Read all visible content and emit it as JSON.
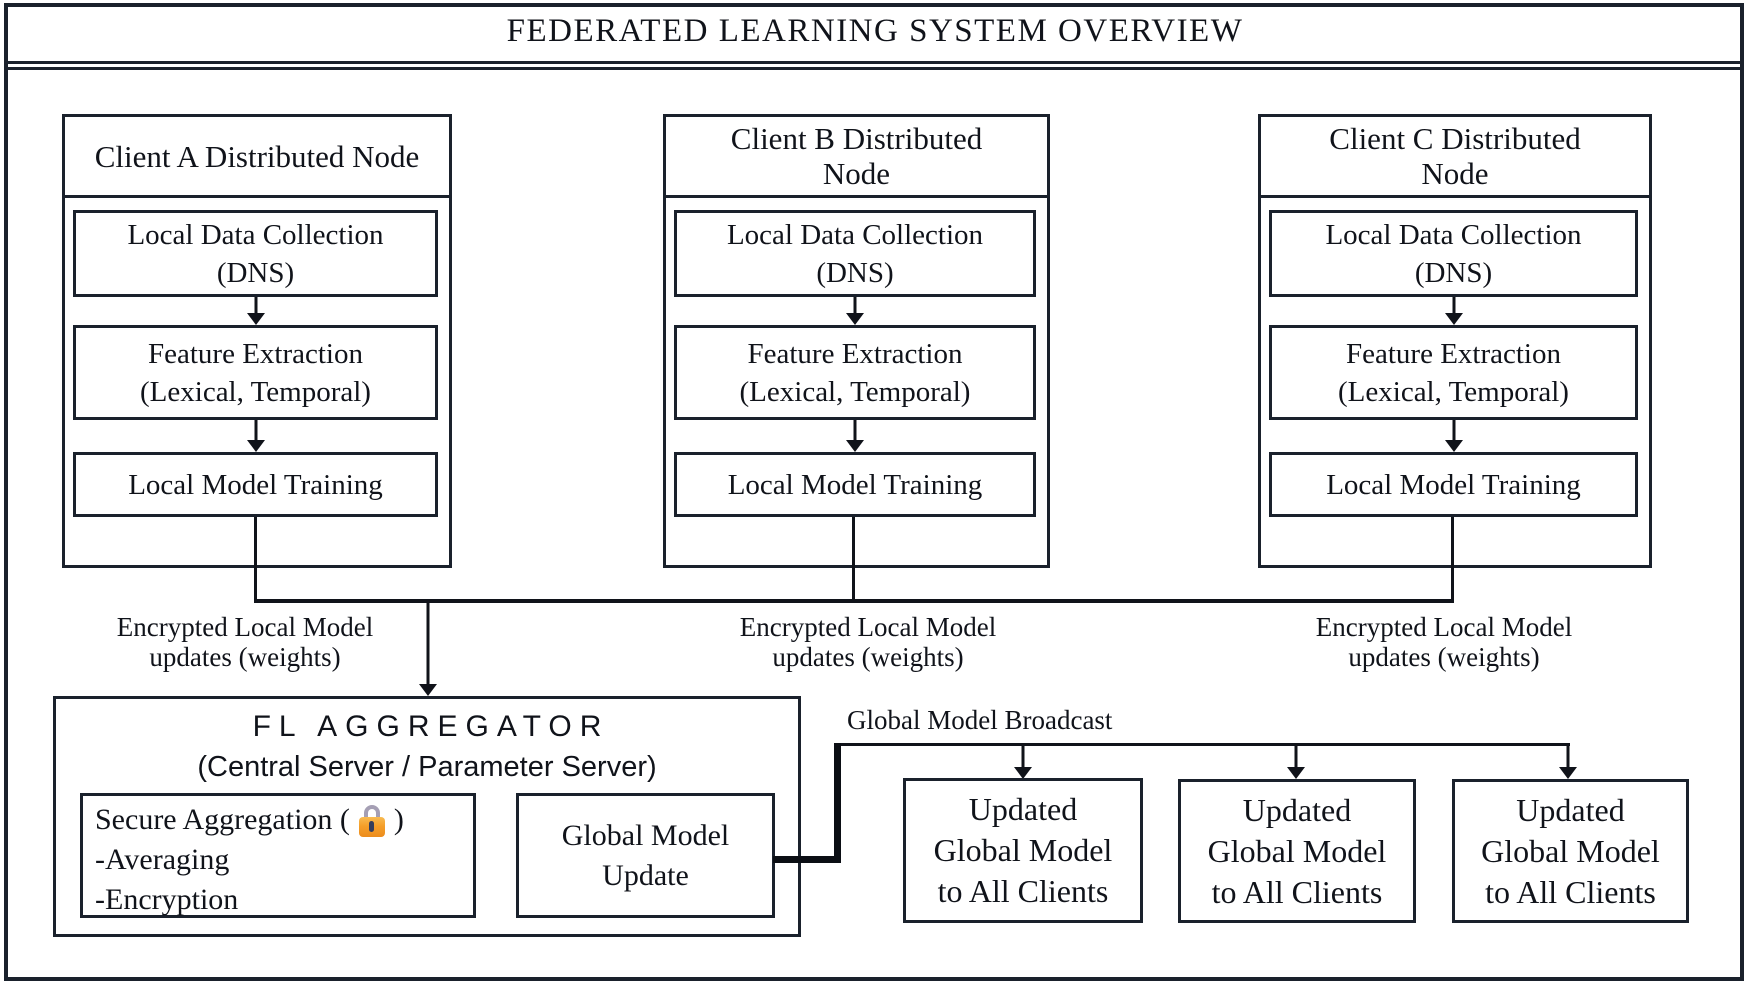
{
  "figure_title": "FEDERATED LEARNING SYSTEM OVERVIEW",
  "clients": [
    {
      "title_lines": [
        "Client A Distributed Node"
      ],
      "stages": [
        {
          "lines": [
            "Local Data Collection",
            "(DNS)"
          ]
        },
        {
          "lines": [
            "Feature Extraction",
            "(Lexical, Temporal)"
          ]
        },
        {
          "lines": [
            "Local Model Training"
          ]
        }
      ],
      "edge_label_lines": [
        "Encrypted Local Model",
        "updates (weights)"
      ]
    },
    {
      "title_lines": [
        "Client B Distributed",
        "Node"
      ],
      "stages": [
        {
          "lines": [
            "Local Data Collection",
            "(DNS)"
          ]
        },
        {
          "lines": [
            "Feature Extraction",
            "(Lexical, Temporal)"
          ]
        },
        {
          "lines": [
            "Local Model Training"
          ]
        }
      ],
      "edge_label_lines": [
        "Encrypted Local Model",
        "updates (weights)"
      ]
    },
    {
      "title_lines": [
        "Client C Distributed",
        "Node"
      ],
      "stages": [
        {
          "lines": [
            "Local Data Collection",
            "(DNS)"
          ]
        },
        {
          "lines": [
            "Feature Extraction",
            "(Lexical, Temporal)"
          ]
        },
        {
          "lines": [
            "Local Model Training"
          ]
        }
      ],
      "edge_label_lines": [
        "Encrypted Local Model",
        "updates (weights)"
      ]
    }
  ],
  "aggregator": {
    "title": "FL AGGREGATOR",
    "subtitle": "(Central Server / Parameter Server)",
    "secure_aggregation": {
      "title_prefix": "Secure Aggregation (",
      "lock_icon": "lock-icon",
      "title_suffix": ")",
      "items": [
        "-Averaging",
        "-Encryption"
      ]
    },
    "global_model_update_lines": [
      "Global Model",
      "Update"
    ]
  },
  "broadcast": {
    "label": "Global Model Broadcast",
    "targets": [
      {
        "lines": [
          "Updated",
          "Global Model",
          "to All Clients"
        ]
      },
      {
        "lines": [
          "Updated",
          "Global Model",
          "to All Clients"
        ]
      },
      {
        "lines": [
          "Updated",
          "Global Model",
          "to All Clients"
        ]
      }
    ]
  },
  "colors": {
    "background": "#ffffff",
    "border": "#1a212c",
    "line": "#10131a",
    "lock_body": "#f59f2a",
    "lock_shackle": "#a59fb4",
    "lock_keyhole": "#353e5c"
  }
}
